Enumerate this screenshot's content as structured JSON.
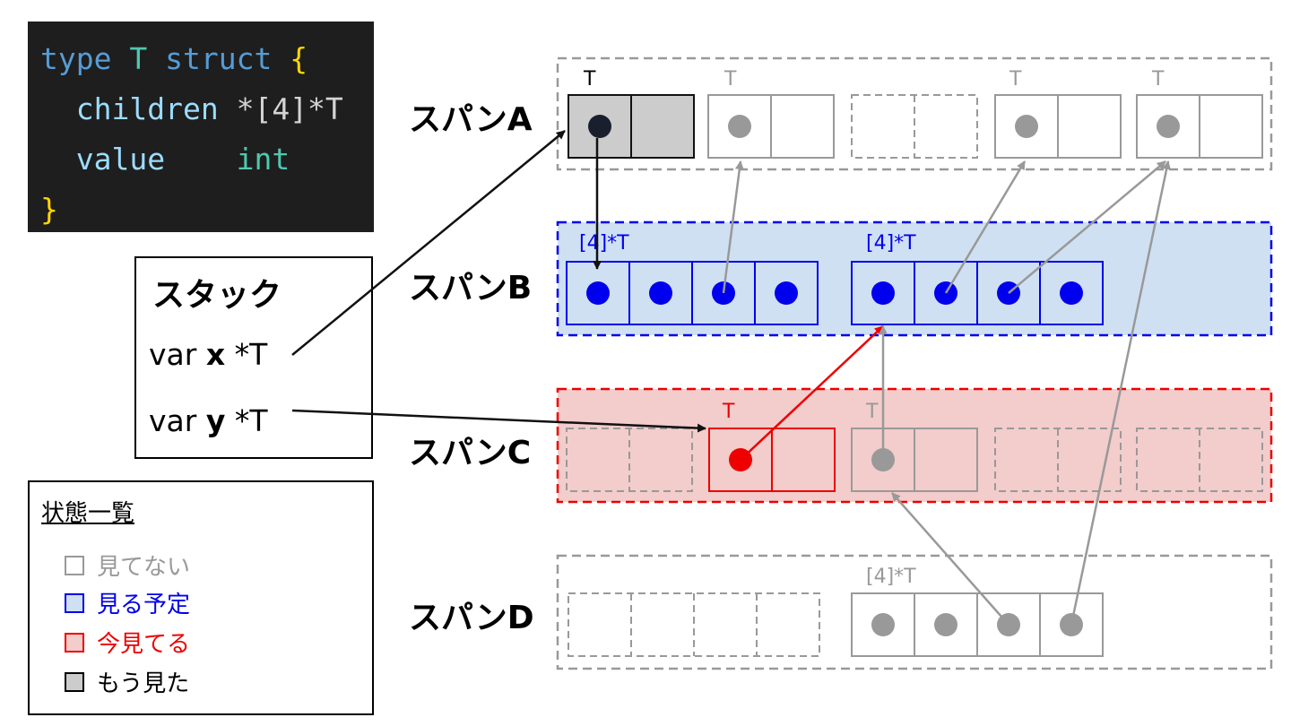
{
  "code": {
    "line1": {
      "kw": "type",
      "name": "T",
      "kw2": "struct",
      "brace": "{"
    },
    "line2": {
      "field": "children",
      "type": "*[4]*T"
    },
    "line3": {
      "field": "value",
      "type": "int"
    },
    "line4": {
      "brace": "}"
    }
  },
  "stack": {
    "title": "スタック",
    "x_prefix": "var",
    "x_name": "x",
    "x_type": "*T",
    "y_prefix": "var",
    "y_name": "y",
    "y_type": "*T"
  },
  "spans": {
    "a": "スパンA",
    "b": "スパンB",
    "c": "スパンC",
    "d": "スパンD"
  },
  "labels": {
    "t": "T",
    "array": "[4]*T"
  },
  "legend": {
    "title": "状態一覧",
    "items": [
      {
        "label": "見てない",
        "color": "#999999",
        "fill": "#ffffff"
      },
      {
        "label": "見る予定",
        "color": "#0000ee",
        "fill": "#cfe0f2"
      },
      {
        "label": "今見てる",
        "color": "#ee0000",
        "fill": "#f3cccc"
      },
      {
        "label": "もう見た",
        "color": "#000000",
        "fill": "#cccccc"
      }
    ]
  },
  "colors": {
    "gray": "#999999",
    "blue": "#0000ee",
    "red": "#ee0000",
    "black": "#111111",
    "blue_fill": "#cfe0f2",
    "red_fill": "#f3cccc",
    "done_fill": "#cccccc"
  }
}
